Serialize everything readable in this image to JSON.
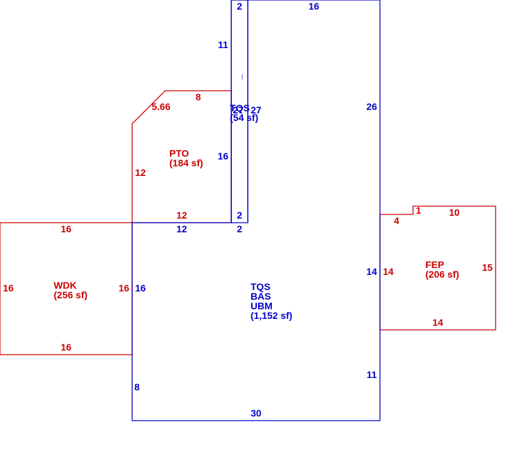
{
  "colors": {
    "blue": "#0000cc",
    "red": "#cc0000",
    "background": "#ffffff"
  },
  "areas": {
    "bas": {
      "codes": [
        "TQS",
        "BAS",
        "UBM"
      ],
      "area": "(1,152 sf)",
      "dimensions": {
        "top": "16",
        "right_upper": "26",
        "right_mid": "14",
        "right_lower": "11",
        "bottom": "30",
        "left_lower": "8",
        "left_mid": "16",
        "inner_bottom_a": "12",
        "inner_bottom_b": "2"
      }
    },
    "tqs": {
      "code": "TQS",
      "area": "(54 sf)",
      "dimensions": {
        "top": "2",
        "left_upper": "11",
        "left_lower": "16",
        "bottom": "2",
        "side_a": "27",
        "side_b": "27"
      }
    },
    "pto": {
      "code": "PTO",
      "area": "(184 sf)",
      "dimensions": {
        "top": "8",
        "diagonal": "5.66",
        "left": "12",
        "bottom": "12"
      }
    },
    "wdk": {
      "code": "WDK",
      "area": "(256 sf)",
      "dimensions": {
        "top": "16",
        "left": "16",
        "right": "16",
        "bottom": "16"
      }
    },
    "fep": {
      "code": "FEP",
      "area": "(206 sf)",
      "dimensions": {
        "notch_side": "4",
        "notch_step": "1",
        "top": "10",
        "right": "15",
        "bottom": "14",
        "left": "14"
      }
    }
  }
}
